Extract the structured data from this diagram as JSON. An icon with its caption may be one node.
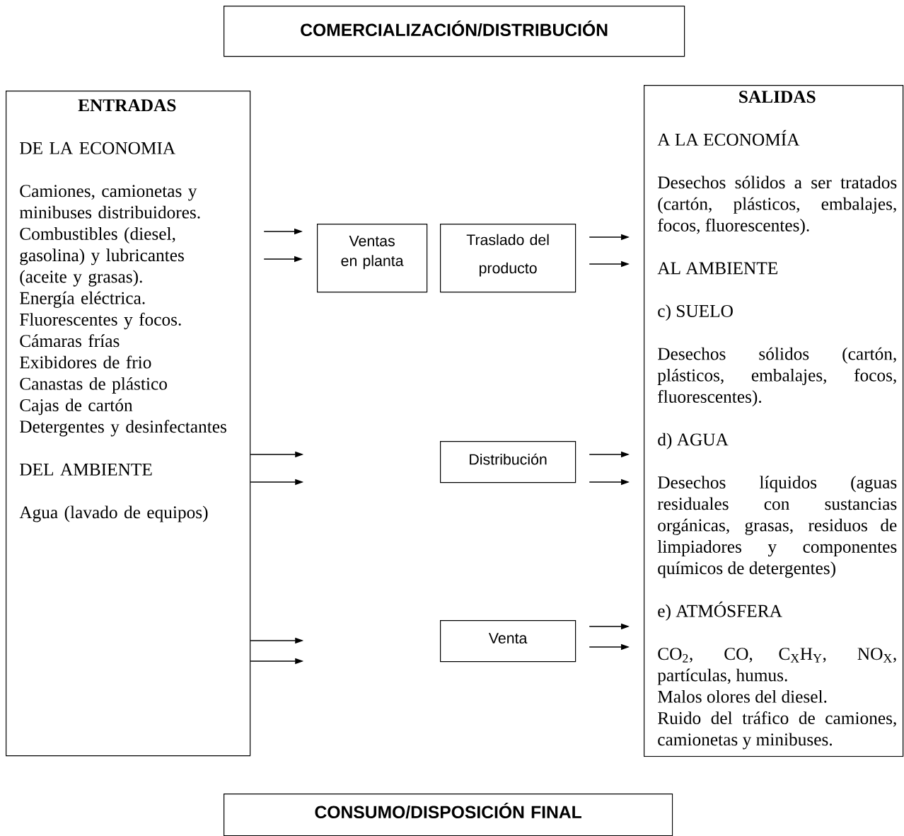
{
  "diagram": {
    "nodes": [
      {
        "text": [
          "COMERCIALIZACIÓN/DISTRIBUCIÓN"
        ]
      },
      {
        "text": [
          "ENTRADAS",
          "DE LA ECONOMIA",
          "Camiones, camionetas y minibuses distribuidores.",
          "Combustibles (diesel, gasolina) y lubricantes (aceite y grasas).",
          "Energía eléctrica.",
          "Fluorescentes y focos.",
          "Cámaras frías",
          "Exibidores de frio",
          "Canastas de plástico",
          "Cajas de cartón",
          "Detergentes y desinfectantes",
          "DEL AMBIENTE",
          "Agua (lavado de equipos)"
        ]
      },
      {
        "text": [
          "SALIDAS",
          "A LA ECONOMÍA",
          "Desechos sólidos a ser tratados (cartón, plásticos, embalajes, focos, fluorescentes).",
          "AL AMBIENTE",
          "c) SUELO",
          "Desechos sólidos (cartón, plásticos, embalajes, focos, fluorescentes).",
          "d) AGUA",
          "Desechos líquidos (aguas residuales con sustancias orgánicas, grasas, residuos de limpiadores y componentes químicos de detergentes)",
          "e) ATMÓSFERA",
          "CO$_{2}$, CO, C$_{X}$H$_{Y}$, NO$_{X}$, partículas, humus.",
          "Malos olores del diesel.",
          "Ruido del tráfico de camiones, camionetas y minibuses."
        ]
      },
      {
        "text": [
          "Ventas en planta"
        ]
      },
      {
        "text": [
          "Traslado del producto"
        ]
      },
      {
        "text": [
          "Distribución"
        ]
      },
      {
        "text": [
          "Venta"
        ]
      },
      {
        "text": [
          "CONSUMO/DISPOSICIÓN FINAL"
        ]
      }
    ],
    "edges": [
      {
        "from": 1,
        "to": 3,
        "arrow": "to"
      },
      {
        "from": 1,
        "to": 3,
        "arrow": "to"
      },
      {
        "from": 4,
        "to": 2,
        "arrow": "to"
      },
      {
        "from": 4,
        "to": 2,
        "arrow": "to"
      },
      {
        "from": 1,
        "to": null,
        "arrow": "to"
      },
      {
        "from": 1,
        "to": null,
        "arrow": "to"
      },
      {
        "from": 5,
        "to": 2,
        "arrow": "to"
      },
      {
        "from": 5,
        "to": 2,
        "arrow": "to"
      },
      {
        "from": 1,
        "to": null,
        "arrow": "to"
      },
      {
        "from": 1,
        "to": null,
        "arrow": "to"
      },
      {
        "from": 6,
        "to": 2,
        "arrow": "to"
      },
      {
        "from": 6,
        "to": 2,
        "arrow": "to"
      }
    ]
  }
}
